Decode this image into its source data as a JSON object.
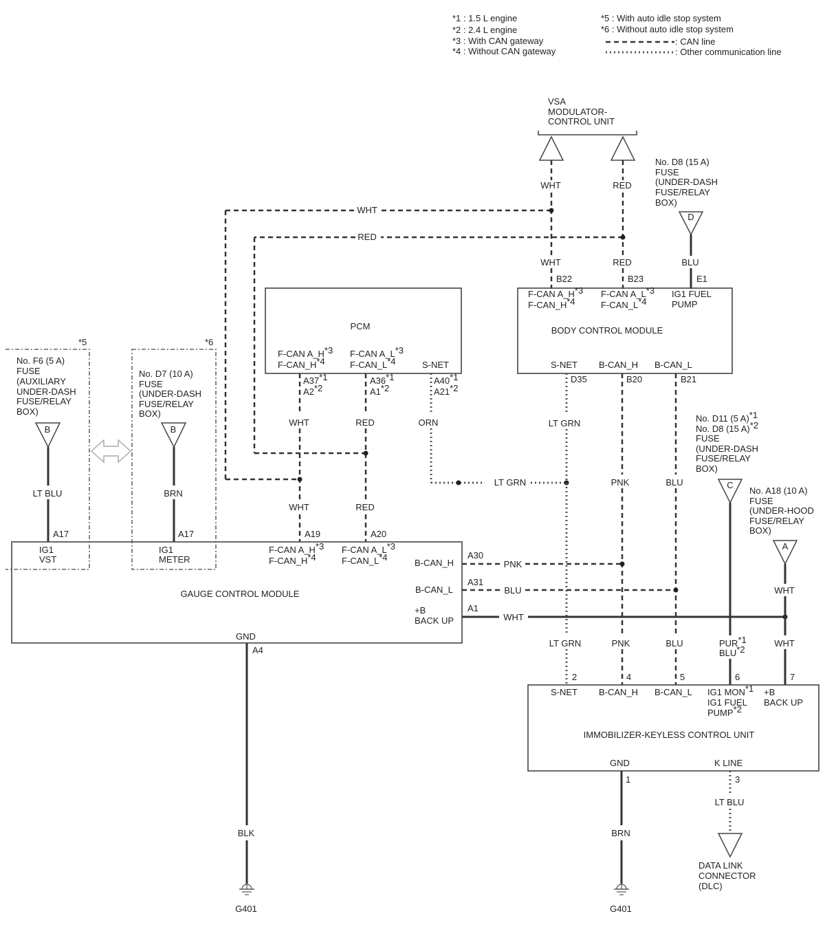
{
  "legend": {
    "n1": "*1 : 1.5 L engine",
    "n2": "*2 : 2.4 L engine",
    "n3": "*3 : With CAN gateway",
    "n4": "*4 : Without CAN gateway",
    "n5": "*5 : With auto idle stop system",
    "n6": "*6 : Without auto idle stop system",
    "can_line": ": CAN line",
    "other_line": ": Other communication line"
  },
  "notes": {
    "star5": "*5",
    "star6": "*6"
  },
  "vsa": {
    "l1": "VSA",
    "l2": "MODULATOR-",
    "l3": "CONTROL UNIT"
  },
  "fuses": {
    "d8": [
      "No. D8 (15 A)",
      "FUSE",
      "(UNDER-DASH",
      "FUSE/RELAY",
      "BOX)"
    ],
    "d8_letter": "D",
    "f6": [
      "No. F6 (5 A)",
      "FUSE",
      "(AUXILIARY",
      "UNDER-DASH",
      "FUSE/RELAY",
      "BOX)"
    ],
    "f6_letter": "B",
    "d7": [
      "No. D7 (10 A)",
      "FUSE",
      "(UNDER-DASH",
      "FUSE/RELAY",
      "BOX)"
    ],
    "d7_letter": "B",
    "d11": [
      "No. D11 (5 A)",
      "No. D8 (15 A)",
      "FUSE",
      "(UNDER-DASH",
      "FUSE/RELAY",
      "BOX)"
    ],
    "d11_s1": "*1",
    "d11_s2": "*2",
    "d11_letter": "C",
    "a18": [
      "No. A18 (10 A)",
      "FUSE",
      "(UNDER-HOOD",
      "FUSE/RELAY",
      "BOX)"
    ],
    "a18_letter": "A"
  },
  "wires": {
    "wht": "WHT",
    "red": "RED",
    "blu": "BLU",
    "ltgrn": "LT GRN",
    "pnk": "PNK",
    "orn": "ORN",
    "ltblu": "LT BLU",
    "brn": "BRN",
    "blk": "BLK",
    "pur": "PUR",
    "s1": "*1",
    "s2": "*2"
  },
  "pcm": {
    "title": "PCM",
    "p1a": "F-CAN A_H",
    "p1b": "F-CAN_H",
    "p2a": "F-CAN A_L",
    "p2b": "F-CAN_L",
    "p3": "S-NET",
    "t1a": "A37",
    "t1b": "A2",
    "t2a": "A36",
    "t2b": "A1",
    "t3a": "A40",
    "t3b": "A21",
    "s1": "*1",
    "s2": "*2",
    "s3": "*3",
    "s4": "*4"
  },
  "bcm": {
    "title": "BODY CONTROL MODULE",
    "t_b22": "B22",
    "t_b23": "B23",
    "t_e1": "E1",
    "p1a": "F-CAN A_H",
    "p1b": "F-CAN_H",
    "p2a": "F-CAN A_L",
    "p2b": "F-CAN_L",
    "p3a": "IG1 FUEL",
    "p3b": "PUMP",
    "b1": "S-NET",
    "b2": "B-CAN_H",
    "b3": "B-CAN_L",
    "t_d35": "D35",
    "t_b20": "B20",
    "t_b21": "B21",
    "s3": "*3",
    "s4": "*4"
  },
  "gcm": {
    "title": "GAUGE CONTROL MODULE",
    "ig1": "IG1",
    "vst": "VST",
    "meter": "METER",
    "t_a17": "A17",
    "t_a19": "A19",
    "t_a20": "A20",
    "p1a": "F-CAN A_H",
    "p1b": "F-CAN_H",
    "p2a": "F-CAN A_L",
    "p2b": "F-CAN_L",
    "bcanh": "B-CAN_H",
    "bcanl": "B-CAN_L",
    "plusb": "+B",
    "backup": "BACK UP",
    "t_a30": "A30",
    "t_a31": "A31",
    "t_a1": "A1",
    "gnd": "GND",
    "t_a4": "A4",
    "s3": "*3",
    "s4": "*4"
  },
  "imm": {
    "title": "IMMOBILIZER-KEYLESS CONTROL UNIT",
    "t2": "2",
    "t4": "4",
    "t5": "5",
    "t6": "6",
    "t7": "7",
    "p1": "S-NET",
    "p2": "B-CAN_H",
    "p3": "B-CAN_L",
    "p4a": "IG1 MON",
    "p4b": "IG1 FUEL",
    "p4c": "PUMP",
    "p5a": "+B",
    "p5b": "BACK UP",
    "gnd": "GND",
    "kline": "K LINE",
    "t1": "1",
    "t3": "3",
    "s1": "*1",
    "s2": "*2"
  },
  "dlc": {
    "l1": "DATA LINK",
    "l2": "CONNECTOR",
    "l3": "(DLC)"
  },
  "grounds": {
    "g1": "G401",
    "g2": "G401"
  }
}
